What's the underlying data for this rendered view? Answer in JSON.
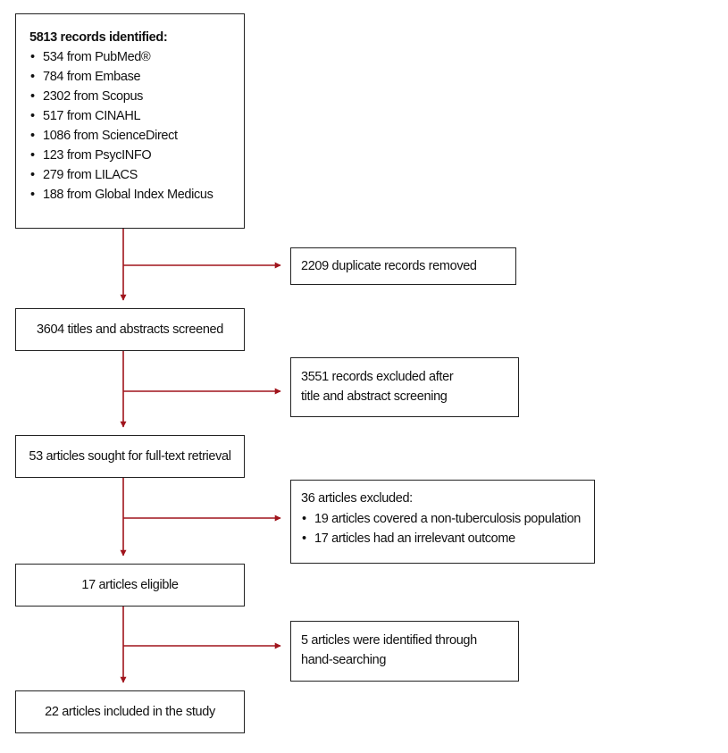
{
  "source": {
    "title": "5813 records identified:",
    "items": [
      "534 from PubMed®",
      "784 from Embase",
      "2302 from Scopus",
      "517 from CINAHL",
      "1086 from ScienceDirect",
      "123 from PsycINFO",
      "279 from LILACS",
      "188 from Global Index Medicus"
    ]
  },
  "duplicates": "2209 duplicate records removed",
  "screened": "3604 titles and abstracts screened",
  "excluded_screening": [
    "3551 records excluded after",
    "title and abstract screening"
  ],
  "retrieval": "53 articles sought for full-text retrieval",
  "excluded_fulltext": {
    "title": "36 articles excluded:",
    "items": [
      "19 articles covered a non-tuberculosis population",
      "17 articles had an irrelevant outcome"
    ]
  },
  "eligible": "17 articles eligible",
  "hand_search": [
    "5 articles were identified through",
    "hand-searching"
  ],
  "included": "22 articles included in the study",
  "colors": {
    "arrow": "#a0141c",
    "border": "#222222"
  }
}
